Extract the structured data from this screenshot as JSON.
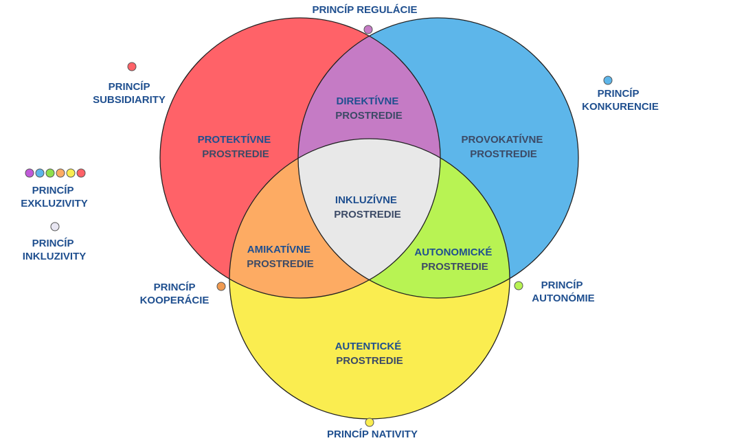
{
  "colors": {
    "red": "#ff6268",
    "blue": "#5db6ea",
    "yellow": "#faed50",
    "purple": "#c57bc5",
    "orange": "#fdab63",
    "green": "#b8f353",
    "center": "#e8e8e8",
    "label": "#1f4f8f"
  },
  "zones": {
    "protective": {
      "line1": "PROTEKTÍVNE",
      "line2": "PROSTREDIE"
    },
    "directive": {
      "line1": "DIREKTÍVNE",
      "line2": "PROSTREDIE"
    },
    "provocative": {
      "line1": "PROVOKATÍVNE",
      "line2": "PROSTREDIE"
    },
    "inclusive": {
      "line1": "INKLUZÍVNE",
      "line2": "PROSTREDIE"
    },
    "amicative": {
      "line1": "AMIKATÍVNE",
      "line2": "PROSTREDIE"
    },
    "autonomic": {
      "line1": "AUTONOMICKÉ",
      "line2": "PROSTREDIE"
    },
    "authentic": {
      "line1": "AUTENTICKÉ",
      "line2": "PROSTREDIE"
    }
  },
  "principles": {
    "regulation": {
      "label": "PRINCÍP REGULÁCIE",
      "color": "#c57bc5"
    },
    "subsidiarity": {
      "line1": "PRINCÍP",
      "line2": "SUBSIDIARITY",
      "color": "#ff6268"
    },
    "competition": {
      "line1": "PRINCÍP",
      "line2": "KONKURENCIE",
      "color": "#5db6ea"
    },
    "exclusivity": {
      "line1": "PRINCÍP",
      "line2": "EXKLUZIVITY",
      "colors": [
        "#c05ad8",
        "#5db6ea",
        "#8ee04c",
        "#fdab63",
        "#faed50",
        "#ff6268"
      ]
    },
    "inclusivity": {
      "line1": "PRINCÍP",
      "line2": "INKLUZIVITY",
      "color": "#e8e6f2"
    },
    "cooperation": {
      "line1": "PRINCÍP",
      "line2": "KOOPERÁCIE",
      "color": "#f09a50"
    },
    "autonomy": {
      "line1": "PRINCÍP",
      "line2": "AUTONÓMIE",
      "color": "#b8f353"
    },
    "nativity": {
      "label": "PRINCÍP NATIVITY",
      "color": "#faed50"
    }
  }
}
